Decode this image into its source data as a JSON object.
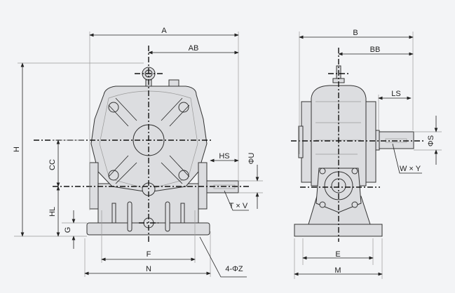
{
  "title": "Worm gear reducer dimension drawing",
  "front_view": {
    "labels": {
      "A": "A",
      "AB": "AB",
      "H": "H",
      "CC": "CC",
      "HL": "HL",
      "G": "G",
      "F": "F",
      "N": "N",
      "HS": "HS",
      "U": "ΦU",
      "TV": "T × V",
      "Z": "4-ΦZ"
    }
  },
  "side_view": {
    "labels": {
      "B": "B",
      "BB": "BB",
      "LS": "LS",
      "S": "ΦS",
      "WY": "W × Y",
      "E": "E",
      "M": "M"
    }
  },
  "colors": {
    "background": "#f3f4f6",
    "body": "#dcdde0",
    "line": "#222222"
  }
}
